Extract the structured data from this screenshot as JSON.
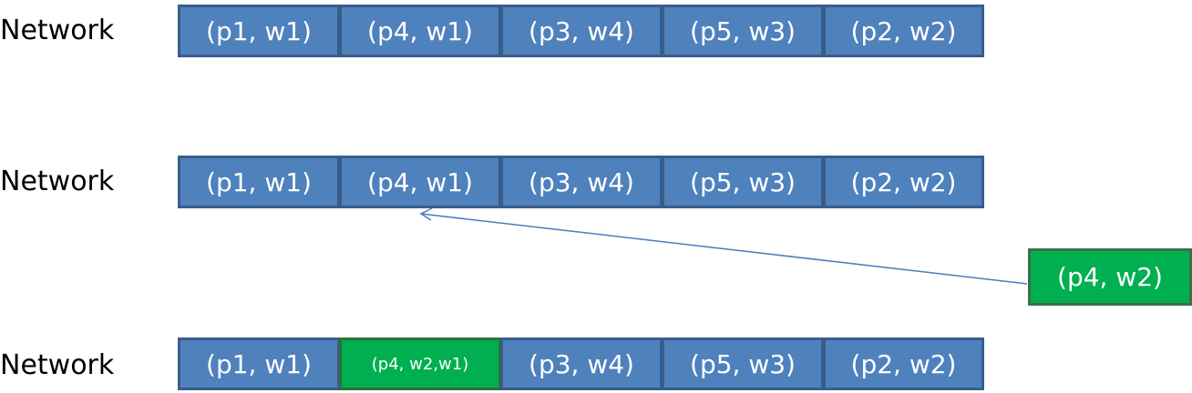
{
  "rows": [
    {
      "label": "Network",
      "cells": [
        "(p1, w1)",
        "(p4, w1)",
        "(p3, w4)",
        "(p5, w3)",
        "(p2, w2)"
      ]
    },
    {
      "label": "Network",
      "cells": [
        "(p1, w1)",
        "(p4, w1)",
        "(p3, w4)",
        "(p5, w3)",
        "(p2, w2)"
      ]
    },
    {
      "label": "Network",
      "cells": [
        "(p1, w1)",
        "(p4, w2,w1)",
        "(p3, w4)",
        "(p5, w3)",
        "(p2, w2)"
      ]
    }
  ],
  "incoming_message": "(p4, w2)",
  "colors": {
    "cell_fill": "#4f81bd",
    "cell_border": "#385d8a",
    "highlight_fill": "#00b050",
    "arrow": "#4a7ebb"
  }
}
